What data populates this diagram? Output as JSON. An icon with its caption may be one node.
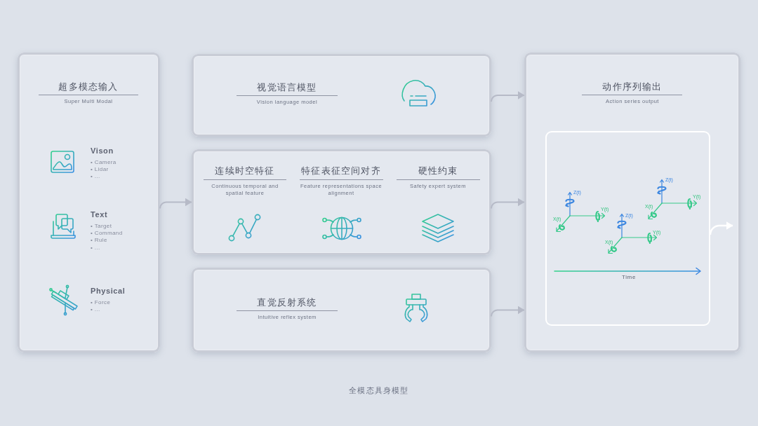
{
  "diagram": {
    "caption": "全模态具身模型",
    "nodes": [
      {
        "text": [
          "超多模态输入",
          "Super Multi Modal",
          "Vison",
          "• Camera",
          "• Lidar",
          "• ...",
          "Text",
          "• Target",
          "• Command",
          "• Rule",
          "• ...",
          "Physical",
          "• Force",
          "• ..."
        ]
      },
      {
        "text": [
          "视觉语言模型",
          "Vision language model"
        ]
      },
      {
        "text": [
          "连续时空特征",
          "Continuous temporal and spatial feature",
          "特征表征空间对齐",
          "Feature representations space alignment",
          "硬性约束",
          "Safety expert system"
        ]
      },
      {
        "text": [
          "直觉反射系统",
          "Intuitive reflex system"
        ]
      },
      {
        "text": [
          "动作序列输出",
          "Action series output"
        ]
      },
      {
        "text": [
          "Z(t)",
          "Y(t)",
          "X(t)",
          "Z(t)",
          "Y(t)",
          "X(t)",
          "Z(t)",
          "Y(t)",
          "X(t)",
          "Time"
        ],
        "in": 4
      }
    ],
    "edges": [
      {
        "from": 0,
        "to": 2,
        "arrow": "to"
      },
      {
        "from": 1,
        "to": 4,
        "arrow": "to"
      },
      {
        "from": 2,
        "to": 4,
        "arrow": "to"
      },
      {
        "from": 3,
        "to": 4,
        "arrow": "to"
      },
      {
        "from": 5,
        "to": null,
        "arrow": "to",
        "color": "#ffffff"
      }
    ]
  }
}
